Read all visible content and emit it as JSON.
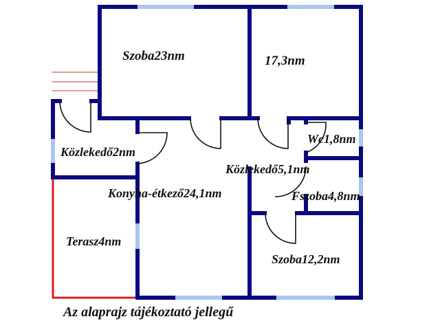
{
  "colors": {
    "wall": "#0a0a80",
    "window": "#a9c8ec",
    "terrace": "#e01b1b",
    "door": "#111111",
    "stair": "#c0392b"
  },
  "rooms": [
    {
      "id": "szoba23",
      "label": "Szoba23nm"
    },
    {
      "id": "room17",
      "label": "17,3nm"
    },
    {
      "id": "wc",
      "label": "Wc1,8nm"
    },
    {
      "id": "kozlekedo2",
      "label": "Közlekedő2nm"
    },
    {
      "id": "kozlekedo5",
      "label": "Közlekedő5,1nm"
    },
    {
      "id": "konyha",
      "label": "Konyha-étkező24,1nm"
    },
    {
      "id": "fszoba",
      "label": "Fszoba4,8nm"
    },
    {
      "id": "terasz",
      "label": "Terasz4nm"
    },
    {
      "id": "szoba12",
      "label": "Szoba12,2nm"
    }
  ],
  "caption": "Az alaprajz tájékoztató jellegű"
}
